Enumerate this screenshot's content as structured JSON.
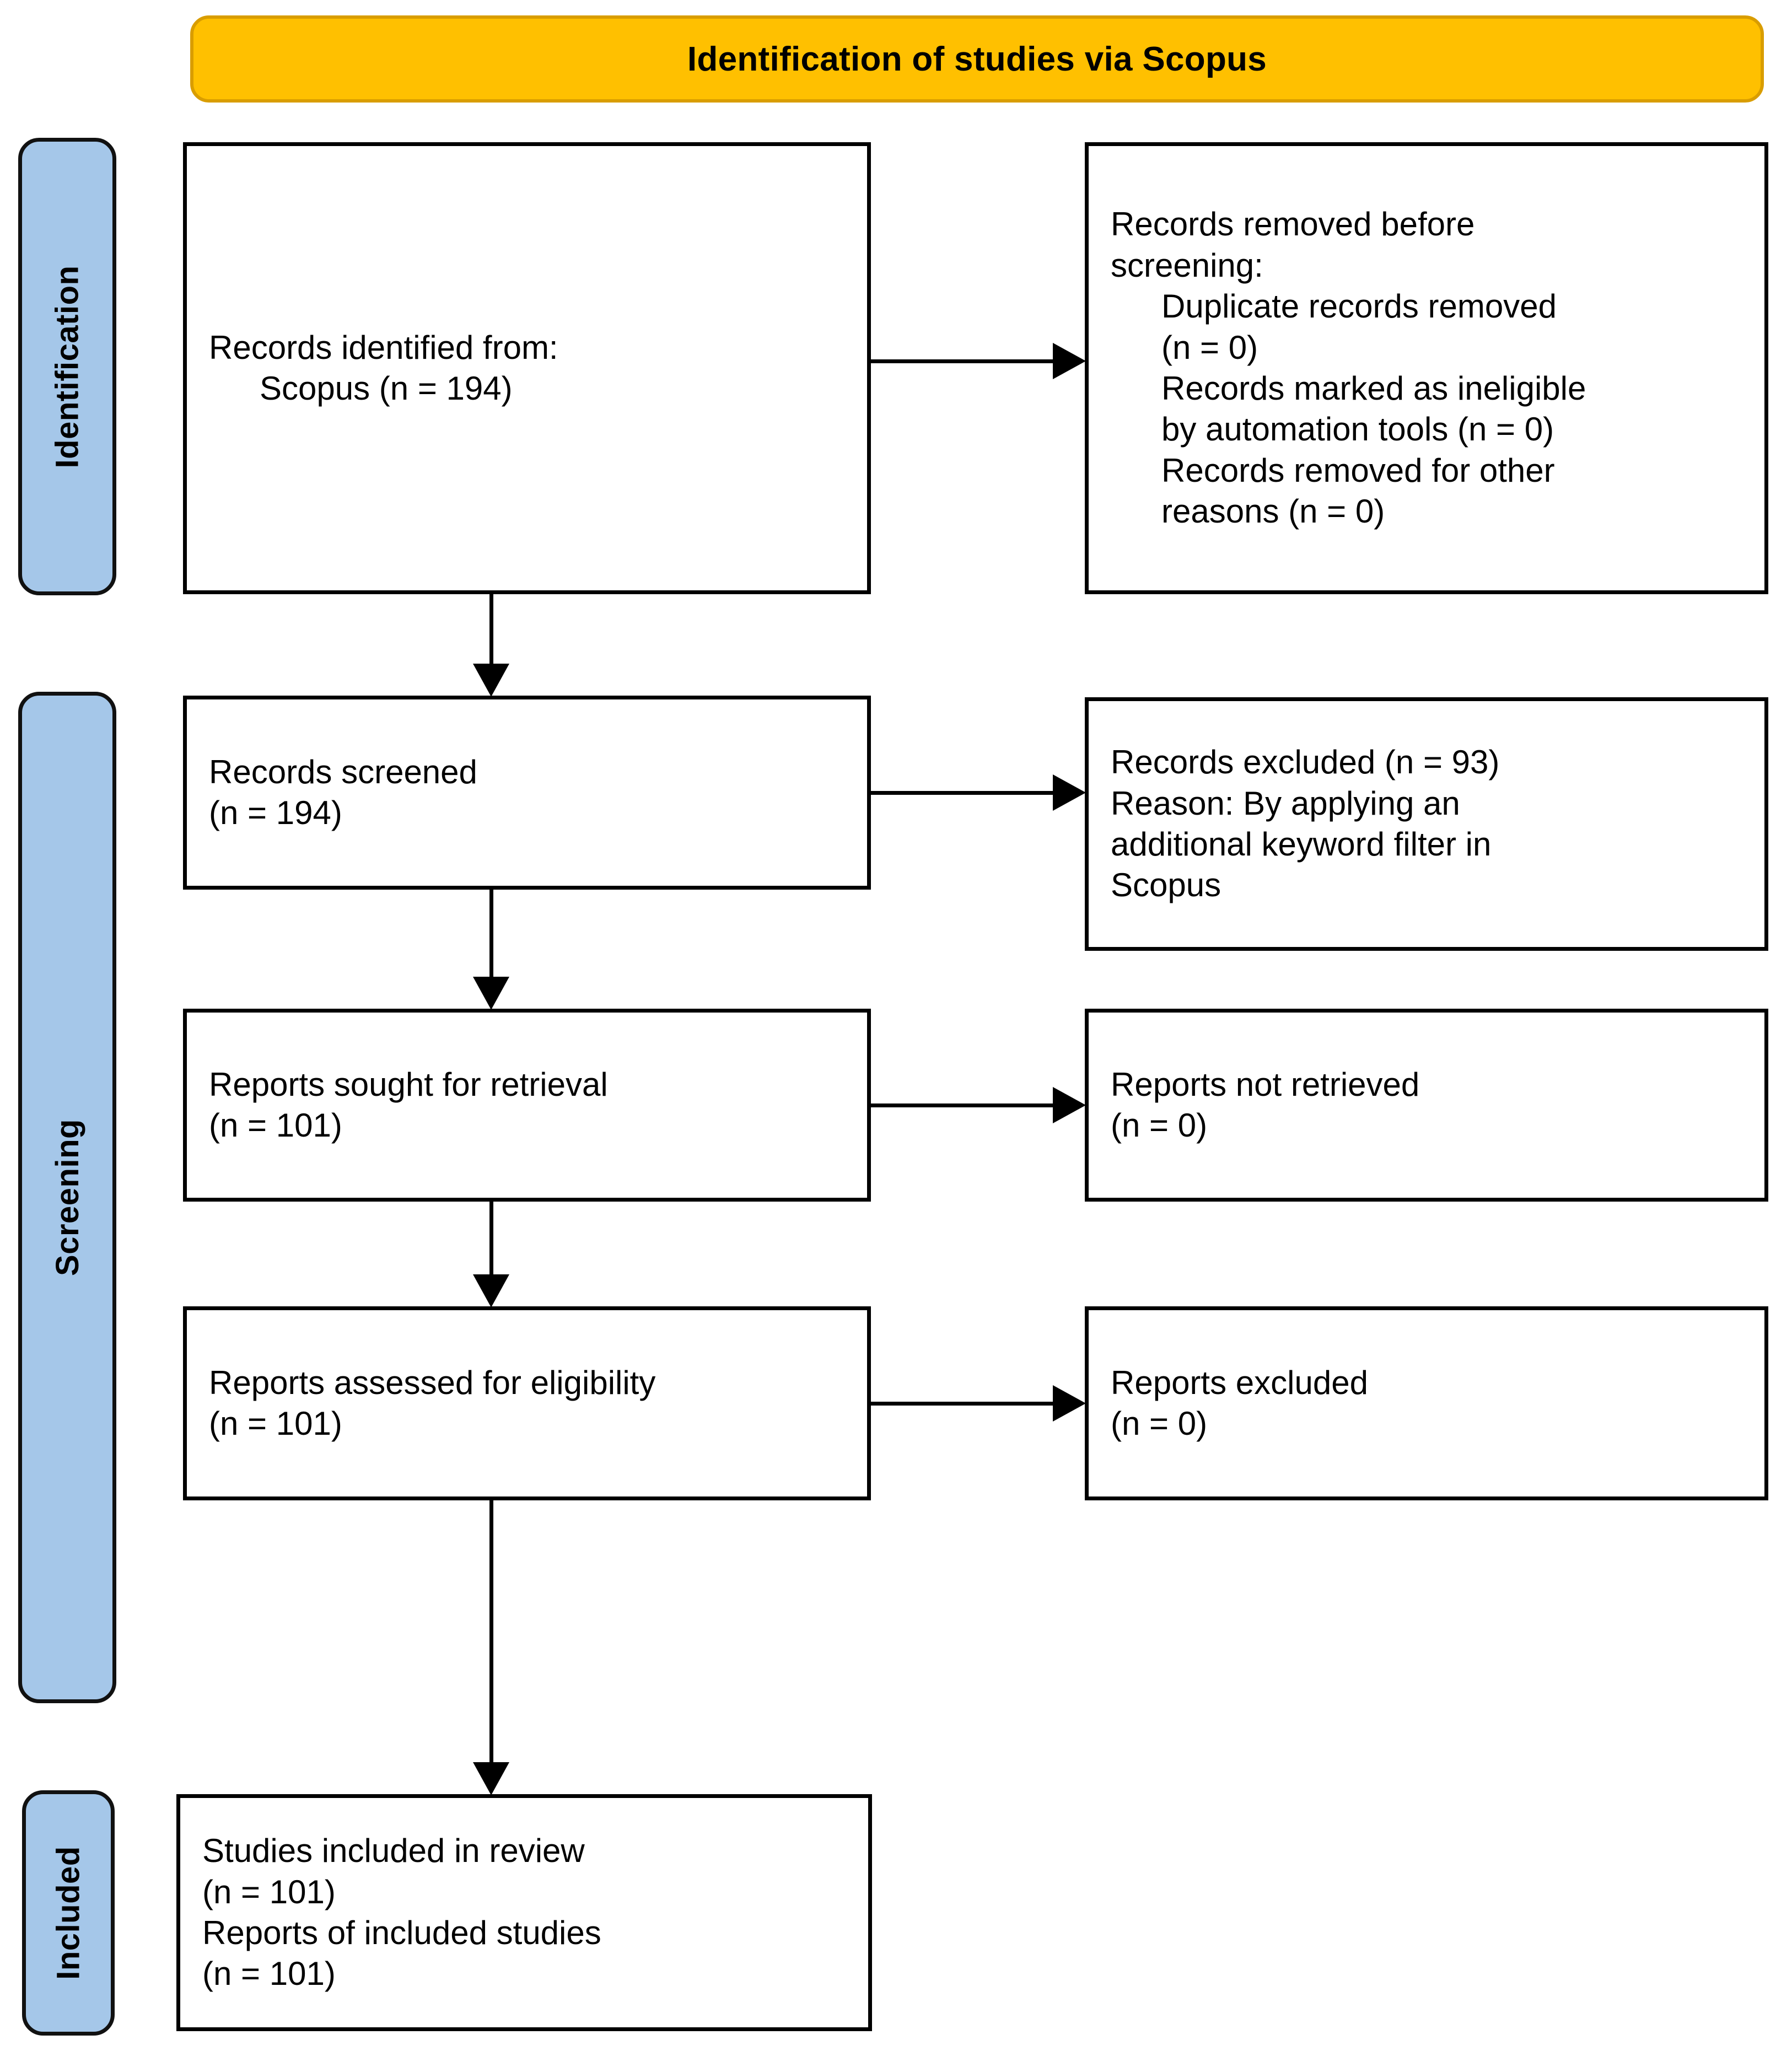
{
  "banner": {
    "title": "Identification of studies via Scopus",
    "fill_color": "#FFC000",
    "border_color": "#D99D00"
  },
  "stages": {
    "fill_color": "#A5C7E9",
    "identification": "Identification",
    "screening": "Screening",
    "included": "Included"
  },
  "boxes": {
    "identified": {
      "line1": "Records identified from:",
      "line2": "Scopus (n = 194)"
    },
    "removed_before_screening": {
      "lead_plain": "Records removed ",
      "lead_italic_a": "before",
      "lead_italic_b": "screening",
      "lead_colon": ":",
      "item1": "Duplicate records removed",
      "item1b": "(n = 0)",
      "item2": "Records marked as ineligible",
      "item2b": "by automation tools (n = 0)",
      "item3": "Records removed for other",
      "item3b": "reasons (n = 0)"
    },
    "screened": {
      "line1": "Records screened",
      "line2": "(n = 194)"
    },
    "records_excluded": {
      "line1": "Records excluded (n = 93)",
      "line2": "Reason: By applying an",
      "line3": "additional keyword filter in",
      "line4": "Scopus"
    },
    "sought": {
      "line1": "Reports sought for retrieval",
      "line2": "(n = 101)"
    },
    "not_retrieved": {
      "line1": "Reports not retrieved",
      "line2": "(n = 0)"
    },
    "assessed": {
      "line1": "Reports assessed for eligibility",
      "line2": "(n = 101)"
    },
    "reports_excluded": {
      "line1": "Reports excluded",
      "line2": "(n = 0)"
    },
    "included_review": {
      "line1": "Studies included in review",
      "line2": "(n = 101)",
      "line3": "Reports of included studies",
      "line4": "(n = 101)"
    }
  },
  "chart_data": {
    "type": "diagram",
    "title": "Identification of studies via Scopus",
    "nodes": [
      {
        "id": "identified",
        "stage": "Identification",
        "label": "Records identified from: Scopus",
        "n": 194
      },
      {
        "id": "removed_before_screening",
        "stage": "Identification",
        "label": "Records removed before screening",
        "duplicate_records_removed": 0,
        "marked_ineligible_by_automation_tools": 0,
        "removed_other_reasons": 0
      },
      {
        "id": "screened",
        "stage": "Screening",
        "label": "Records screened",
        "n": 194
      },
      {
        "id": "records_excluded",
        "stage": "Screening",
        "label": "Records excluded",
        "n": 93,
        "reason": "By applying an additional keyword filter in Scopus"
      },
      {
        "id": "sought",
        "stage": "Screening",
        "label": "Reports sought for retrieval",
        "n": 101
      },
      {
        "id": "not_retrieved",
        "stage": "Screening",
        "label": "Reports not retrieved",
        "n": 0
      },
      {
        "id": "assessed",
        "stage": "Screening",
        "label": "Reports assessed for eligibility",
        "n": 101
      },
      {
        "id": "reports_excluded",
        "stage": "Screening",
        "label": "Reports excluded",
        "n": 0
      },
      {
        "id": "included_review",
        "stage": "Included",
        "label": "Studies included in review",
        "n": 101,
        "reports_of_included_studies": 101
      }
    ],
    "edges": [
      {
        "from": "identified",
        "to": "removed_before_screening",
        "direction": "right"
      },
      {
        "from": "identified",
        "to": "screened",
        "direction": "down"
      },
      {
        "from": "screened",
        "to": "records_excluded",
        "direction": "right"
      },
      {
        "from": "screened",
        "to": "sought",
        "direction": "down"
      },
      {
        "from": "sought",
        "to": "not_retrieved",
        "direction": "right"
      },
      {
        "from": "sought",
        "to": "assessed",
        "direction": "down"
      },
      {
        "from": "assessed",
        "to": "reports_excluded",
        "direction": "right"
      },
      {
        "from": "assessed",
        "to": "included_review",
        "direction": "down"
      }
    ]
  }
}
